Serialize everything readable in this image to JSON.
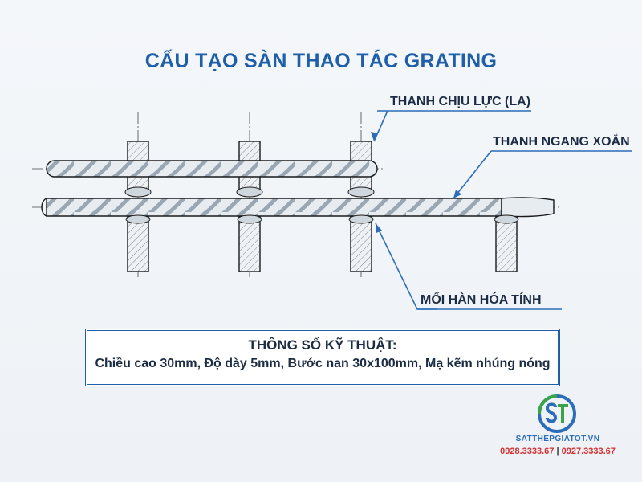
{
  "title": "CẤU TẠO SÀN THAO TÁC GRATING",
  "callouts": {
    "bearing_bar": "THANH CHỊU LỰC (LA)",
    "twisted_bar": "THANH NGANG XOẮN",
    "weld": "MỐI HÀN HÓA TÍNH"
  },
  "specs": {
    "heading": "THÔNG SỐ KỸ THUẬT:",
    "line": "Chiều cao 30mm, Độ dày 5mm, Bước nan 30x100mm, Mạ kẽm nhúng nóng"
  },
  "logo": {
    "website": "SATTHEPGIATOT.VN",
    "phone1": "0928.3333.67",
    "separator": "|",
    "phone2": "0927.3333.67"
  },
  "colors": {
    "title": "#1f5fa8",
    "callout_line": "#2b6db8",
    "phone": "#d62e2e",
    "logo_blue": "#2b6db8",
    "logo_green": "#3aa44a"
  }
}
